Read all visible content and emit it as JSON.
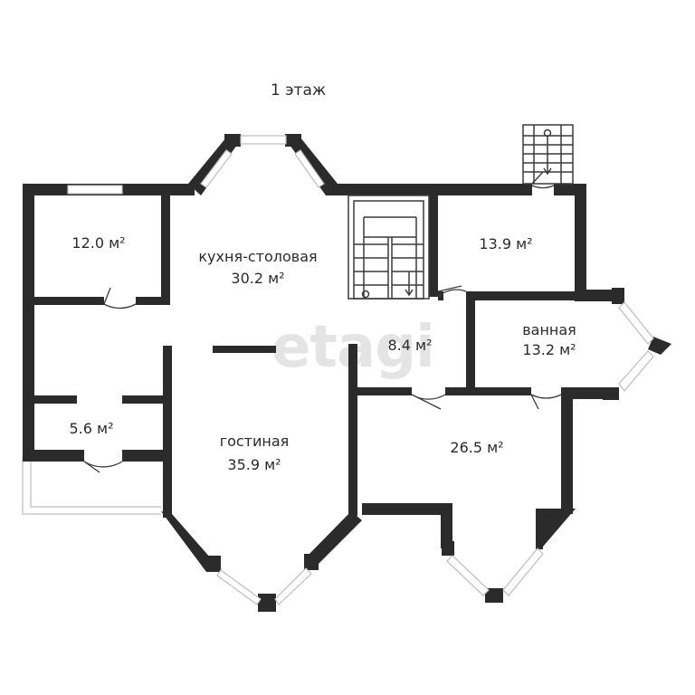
{
  "floor_label": "1 этаж",
  "watermark": "etagi",
  "rooms": [
    {
      "id": "bedroom-nw",
      "lines": [
        "12.0 м²"
      ]
    },
    {
      "id": "kitchen",
      "lines": [
        "кухня-столовая",
        "30.2 м²"
      ]
    },
    {
      "id": "room-ne",
      "lines": [
        "13.9 м²"
      ]
    },
    {
      "id": "hall",
      "lines": [
        "8.4 м²"
      ]
    },
    {
      "id": "bathroom",
      "lines": [
        "ванная",
        "13.2 м²"
      ]
    },
    {
      "id": "storage",
      "lines": [
        "5.6 м²"
      ]
    },
    {
      "id": "living",
      "lines": [
        "гостиная",
        "35.9 м²"
      ]
    },
    {
      "id": "room-se",
      "lines": [
        "26.5 м²"
      ]
    }
  ],
  "colors": {
    "wall": "#2b2b2b",
    "window": "#cfcfcf",
    "line": "#3a3a3a"
  }
}
